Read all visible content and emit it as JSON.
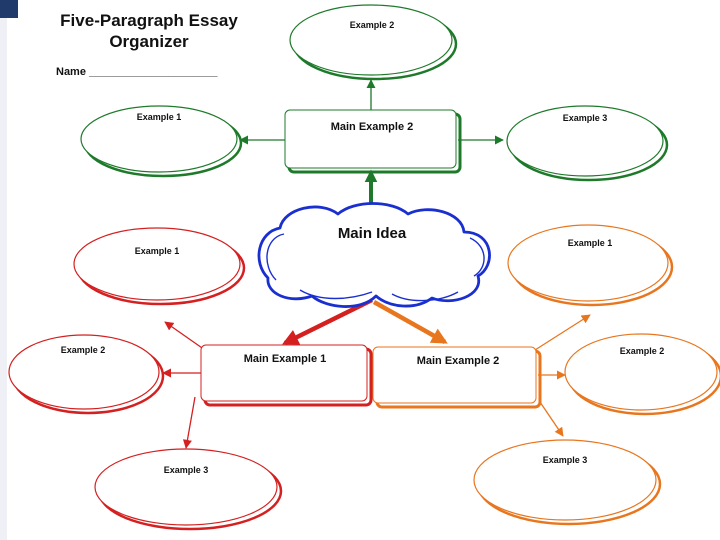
{
  "title": "Five-Paragraph Essay Organizer",
  "name_label": "Name",
  "name_blank": "_____________________",
  "main_idea": "Main Idea",
  "top_branch": {
    "main": "Main Example 2",
    "examples": [
      "Example 1",
      "Example 2",
      "Example 3"
    ],
    "color": "#1e7a2a"
  },
  "left_branch": {
    "main": "Main Example 1",
    "examples": [
      "Example 1",
      "Example 2",
      "Example 3"
    ],
    "color": "#d42020"
  },
  "right_branch": {
    "main": "Main Example 2",
    "examples": [
      "Example 1",
      "Example 2",
      "Example 3"
    ],
    "color": "#e8761e"
  },
  "cloud_color": "#1a2fd0"
}
